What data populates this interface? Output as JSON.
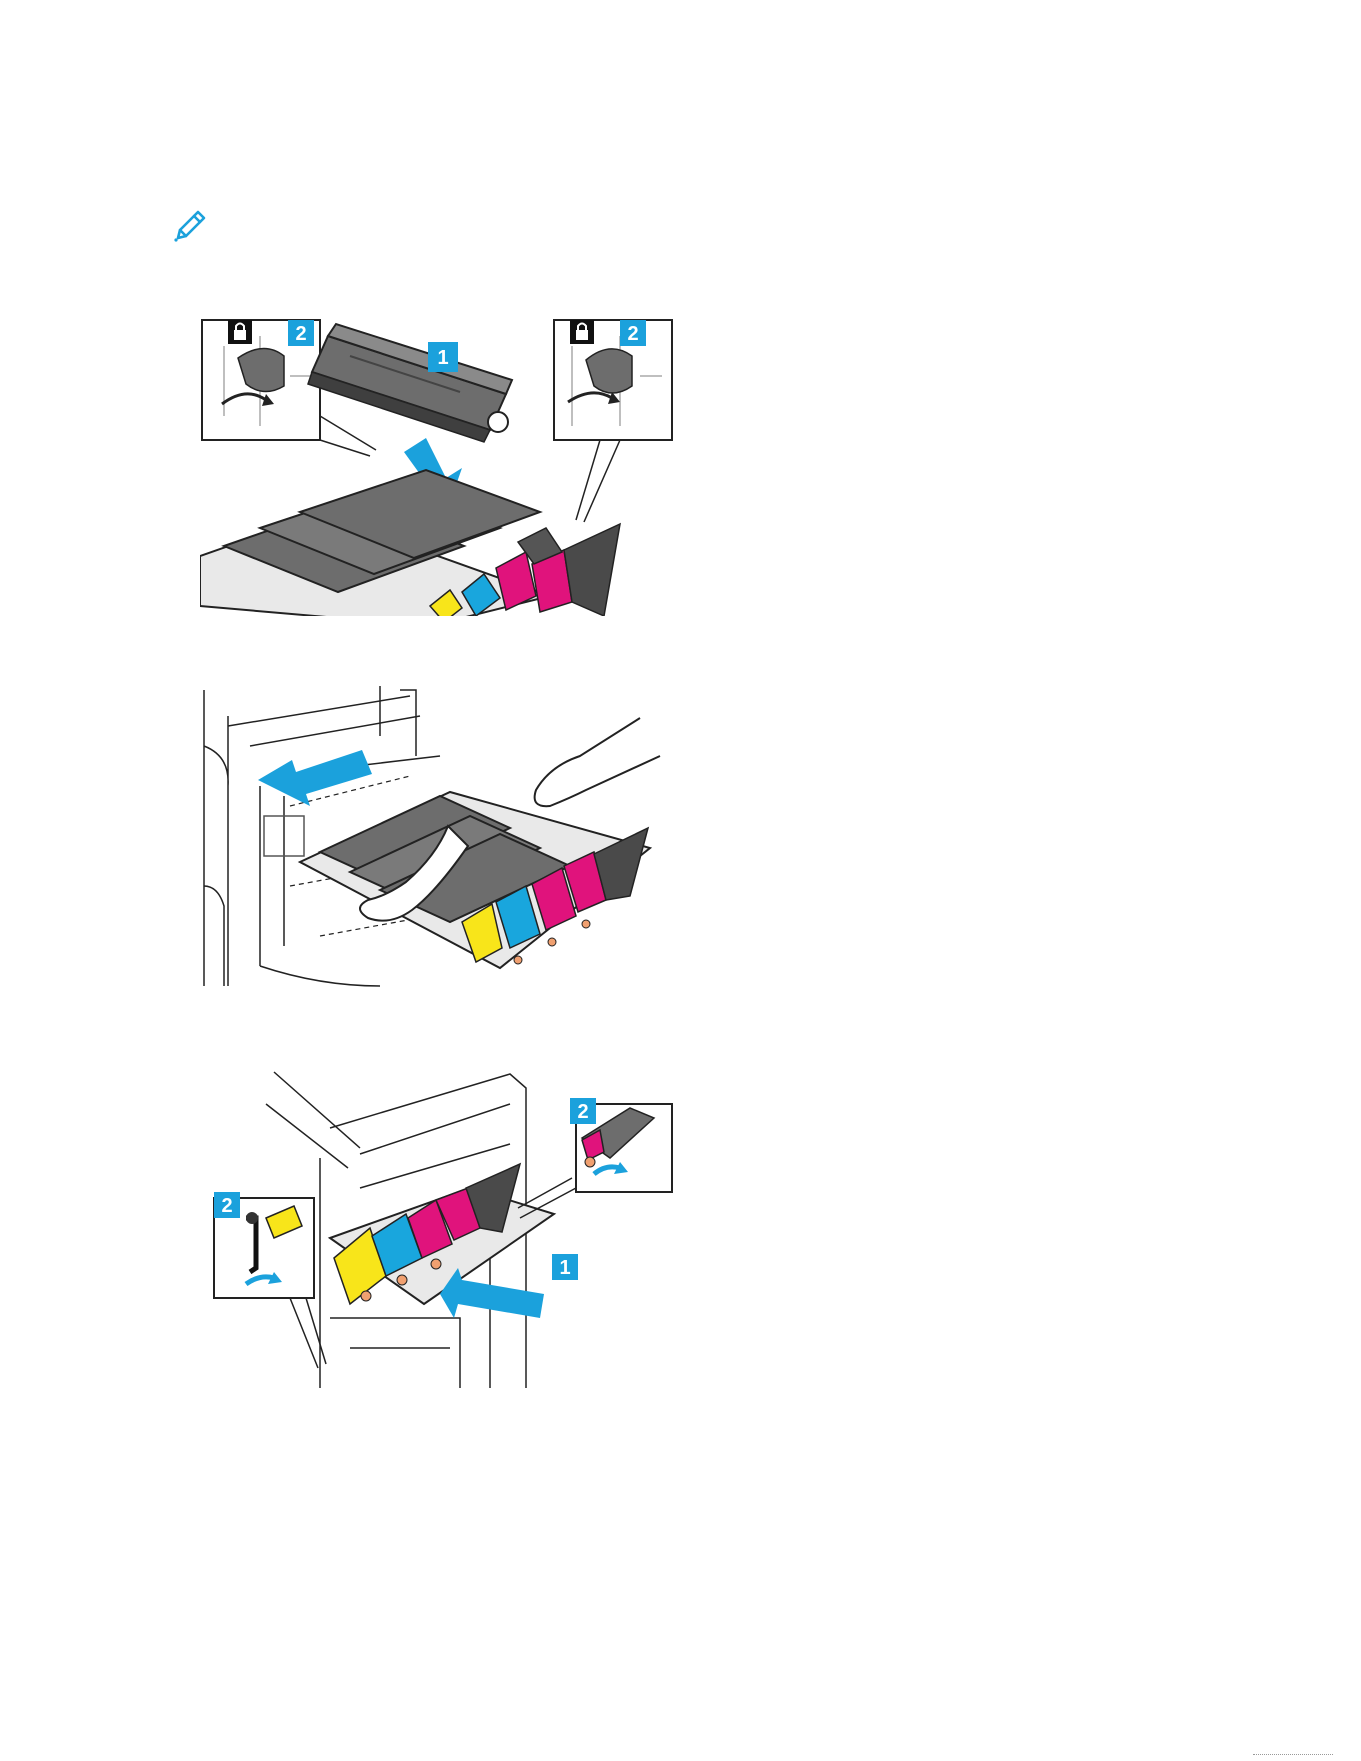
{
  "colors": {
    "callout": "#1ba1dc",
    "cyan": "#19a6dd",
    "magenta": "#e0137c",
    "yellow": "#f8e51a",
    "gray": "#6d6d6d",
    "line": "#222222"
  },
  "icons": {
    "note": "pencil-icon",
    "lock": "lock-icon",
    "push": "arrow-icon"
  },
  "figure1": {
    "left_callout": "2",
    "main_callout": "1",
    "right_callout": "2"
  },
  "figure2": {},
  "figure3": {
    "right_callout": "2",
    "left_callout": "2",
    "main_callout": "1"
  }
}
